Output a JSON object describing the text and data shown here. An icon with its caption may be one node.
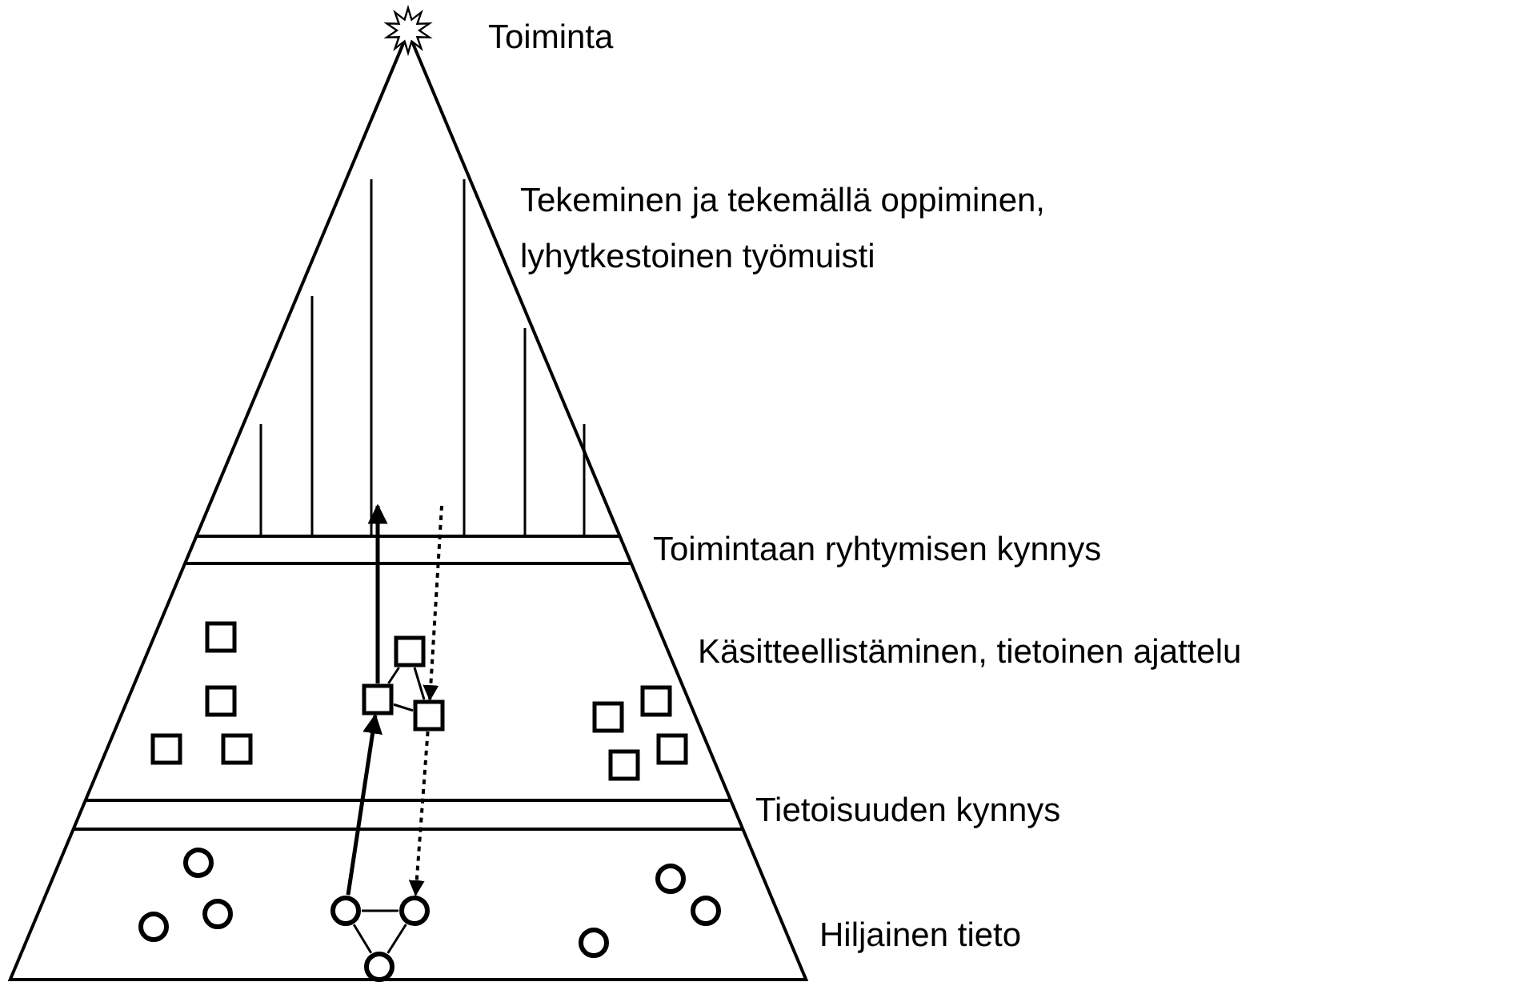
{
  "diagram": {
    "nodes": [
      {
        "text": [],
        "shape": "star",
        "beside": [
          "Toiminta"
        ]
      },
      {
        "text": [],
        "shape": "box"
      },
      {
        "text": [],
        "shape": "box"
      },
      {
        "text": [],
        "shape": "box"
      },
      {
        "text": [],
        "shape": "box"
      },
      {
        "text": [],
        "shape": "box"
      },
      {
        "text": [],
        "shape": "box"
      },
      {
        "text": [],
        "shape": "box"
      },
      {
        "text": [],
        "shape": "box"
      },
      {
        "text": [],
        "shape": "box"
      },
      {
        "text": [],
        "shape": "box"
      },
      {
        "text": [],
        "shape": "box"
      },
      {
        "text": [],
        "shape": "circle"
      },
      {
        "text": [],
        "shape": "circle"
      },
      {
        "text": [],
        "shape": "circle"
      },
      {
        "text": [],
        "shape": "circle"
      },
      {
        "text": [],
        "shape": "circle"
      },
      {
        "text": [],
        "shape": "circle"
      },
      {
        "text": [],
        "shape": "circle"
      },
      {
        "text": [],
        "shape": "circle"
      },
      {
        "text": [],
        "shape": "circle"
      }
    ],
    "edges": [
      {
        "from": 14,
        "to": 3,
        "arrow": "to"
      },
      {
        "from": 3,
        "to": null,
        "arrow": "to"
      },
      {
        "from": null,
        "to": 6,
        "arrow": "to",
        "style": "dashed"
      },
      {
        "from": 6,
        "to": 15,
        "arrow": "to",
        "style": "dashed"
      },
      {
        "from": 2,
        "to": 3,
        "arrow": "none"
      },
      {
        "from": 2,
        "to": 6,
        "arrow": "none"
      },
      {
        "from": 3,
        "to": 6,
        "arrow": "none"
      },
      {
        "from": 14,
        "to": 15,
        "arrow": "none"
      },
      {
        "from": 14,
        "to": 20,
        "arrow": "none"
      },
      {
        "from": 15,
        "to": 20,
        "arrow": "none"
      }
    ],
    "labels": [
      "Tekeminen ja tekemällä oppiminen, lyhytkestoinen työmuisti",
      "Toimintaan ryhtymisen kynnys",
      "Käsitteellistäminen, tietoinen ajattelu",
      "Tietoisuuden kynnys",
      "Hiljainen tieto"
    ]
  }
}
